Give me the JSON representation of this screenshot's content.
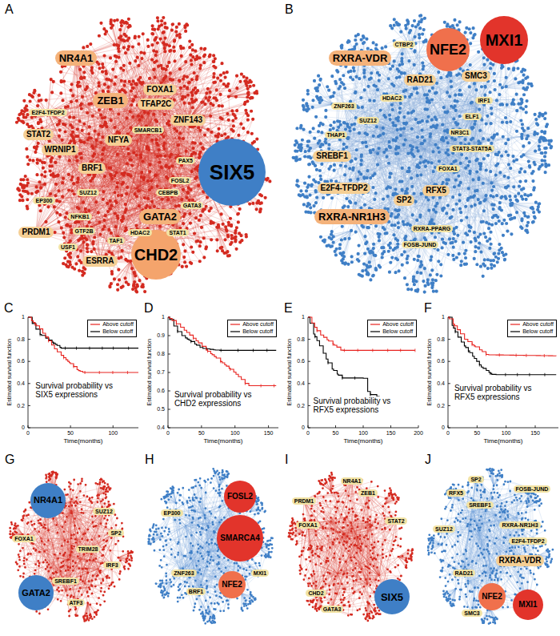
{
  "diagram": {
    "nodes": [
      {
        "text": [
          "NR4A1"
        ]
      },
      {
        "text": [
          "ZEB1"
        ]
      },
      {
        "text": [
          "FOXA1"
        ]
      },
      {
        "text": [
          "TFAP2C"
        ]
      },
      {
        "text": [
          "ZNF143"
        ]
      },
      {
        "text": [
          "STAT2"
        ]
      },
      {
        "text": [
          "WRNIP1"
        ]
      },
      {
        "text": [
          "NFYA"
        ]
      },
      {
        "text": [
          "BRF1"
        ]
      },
      {
        "text": [
          "PAX5"
        ]
      },
      {
        "text": [
          "E2F4-TFDP2"
        ]
      },
      {
        "text": [
          "SMARCB1"
        ]
      },
      {
        "text": [
          "FOSL2"
        ]
      },
      {
        "text": [
          "CEBPB"
        ]
      },
      {
        "text": [
          "SUZ12"
        ]
      },
      {
        "text": [
          "EP300"
        ]
      },
      {
        "text": [
          "PRDM1"
        ]
      },
      {
        "text": [
          "NFKB1"
        ]
      },
      {
        "text": [
          "GTF2B"
        ]
      },
      {
        "text": [
          "GATA2"
        ]
      },
      {
        "text": [
          "ESRRA"
        ]
      },
      {
        "text": [
          "SIX5"
        ]
      },
      {
        "text": [
          "CHD2"
        ]
      },
      {
        "text": [
          "GATA3"
        ]
      },
      {
        "text": [
          "STAT1"
        ]
      },
      {
        "text": [
          "USF1"
        ]
      },
      {
        "text": [
          "TAF1"
        ]
      },
      {
        "text": [
          "HDAC2"
        ]
      },
      {
        "text": [
          "MXI1"
        ]
      },
      {
        "text": [
          "NFE2"
        ]
      },
      {
        "text": [
          "RXRA-VDR"
        ]
      },
      {
        "text": [
          "CTBP2"
        ]
      },
      {
        "text": [
          "SMC3"
        ]
      },
      {
        "text": [
          "RAD21"
        ]
      },
      {
        "text": [
          "IRF1"
        ]
      },
      {
        "text": [
          "ELF1"
        ]
      },
      {
        "text": [
          "NR3C1"
        ]
      },
      {
        "text": [
          "STAT3-STAT5A"
        ]
      },
      {
        "text": [
          "THAP1"
        ]
      },
      {
        "text": [
          "ZNF263"
        ]
      },
      {
        "text": [
          "SREBF1"
        ]
      },
      {
        "text": [
          "SUZ12"
        ]
      },
      {
        "text": [
          "E2F4-TFDP2"
        ]
      },
      {
        "text": [
          "RFX5"
        ]
      },
      {
        "text": [
          "SP2"
        ]
      },
      {
        "text": [
          "RXRA-NR1H3"
        ]
      },
      {
        "text": [
          "RXRA-PPARG"
        ]
      },
      {
        "text": [
          "FOSB-JUND"
        ]
      },
      {
        "text": [
          "FOXA1"
        ]
      },
      {
        "text": [
          "HDAC2"
        ]
      },
      {
        "text": [
          "NR4A1"
        ]
      },
      {
        "text": [
          "GATA2"
        ]
      },
      {
        "text": [
          "FOXA1"
        ]
      },
      {
        "text": [
          "SUZ12"
        ]
      },
      {
        "text": [
          "SP2"
        ]
      },
      {
        "text": [
          "TRIM28"
        ]
      },
      {
        "text": [
          "IRF3"
        ]
      },
      {
        "text": [
          "SREBF1"
        ]
      },
      {
        "text": [
          "ATF3"
        ]
      },
      {
        "text": [
          "FOSL2"
        ]
      },
      {
        "text": [
          "SMARCA4"
        ]
      },
      {
        "text": [
          "NFE2"
        ]
      },
      {
        "text": [
          "EP300"
        ]
      },
      {
        "text": [
          "ZNF263"
        ]
      },
      {
        "text": [
          "BRF1"
        ]
      },
      {
        "text": [
          "MXI1"
        ]
      },
      {
        "text": [
          "ZEB1"
        ]
      },
      {
        "text": [
          "FOXA1"
        ]
      },
      {
        "text": [
          "STAT2"
        ]
      },
      {
        "text": [
          "PRDM1"
        ]
      },
      {
        "text": [
          "NR4A1"
        ]
      },
      {
        "text": [
          "CHD2"
        ]
      },
      {
        "text": [
          "GATA3"
        ]
      },
      {
        "text": [
          "SIX5"
        ]
      },
      {
        "text": [
          "SP2"
        ]
      },
      {
        "text": [
          "RFX5"
        ]
      },
      {
        "text": [
          "SREBF1"
        ]
      },
      {
        "text": [
          "RXRA-NR1H3"
        ]
      },
      {
        "text": [
          "E2F4-TFDP2"
        ]
      },
      {
        "text": [
          "RXRA-VDR"
        ]
      },
      {
        "text": [
          "SUZ12"
        ]
      },
      {
        "text": [
          "RAD21"
        ]
      },
      {
        "text": [
          "NFE2"
        ]
      },
      {
        "text": [
          "MXI1"
        ]
      },
      {
        "text": [
          "SMC3"
        ]
      },
      {
        "text": [
          "FOSB-JUND"
        ]
      }
    ],
    "labels": [
      "A",
      "B",
      "C",
      "D",
      "E",
      "F",
      "G",
      "H",
      "I",
      "J",
      "Survival probability vs SIX5 expressions",
      "Estimated survival function",
      "Time(months)",
      "0",
      "0.2",
      "0.4",
      "0.6",
      "0.8",
      "1",
      "0",
      "50",
      "100",
      "Survival probability vs CHD2 expressions",
      "Estimated survival function",
      "Time(months)",
      "0.4",
      "0.5",
      "0.6",
      "0.7",
      "0.8",
      "0.9",
      "1",
      "0",
      "50",
      "100",
      "150",
      "Survival probability vs RFX5 expressions",
      "Estimated survival function",
      "Time(months)",
      "0",
      "0.2",
      "0.4",
      "0.6",
      "0.8",
      "1",
      "0",
      "50",
      "100",
      "150",
      "200",
      "Survival probability vs RFX5 expressions",
      "Estimated survival function",
      "Time(months)",
      "0",
      "0.2",
      "0.4",
      "0.6",
      "0.8",
      "1",
      "0",
      "50",
      "100",
      "150"
    ],
    "legend": [
      {
        "text": "Above cutoff"
      },
      {
        "text": "Below cutoff"
      },
      {
        "text": "Above cutoff"
      },
      {
        "text": "Below cutoff"
      },
      {
        "text": "Above cutoff"
      },
      {
        "text": "Below cutoff"
      },
      {
        "text": "Above cutoff"
      },
      {
        "text": "Below cutoff"
      }
    ]
  }
}
